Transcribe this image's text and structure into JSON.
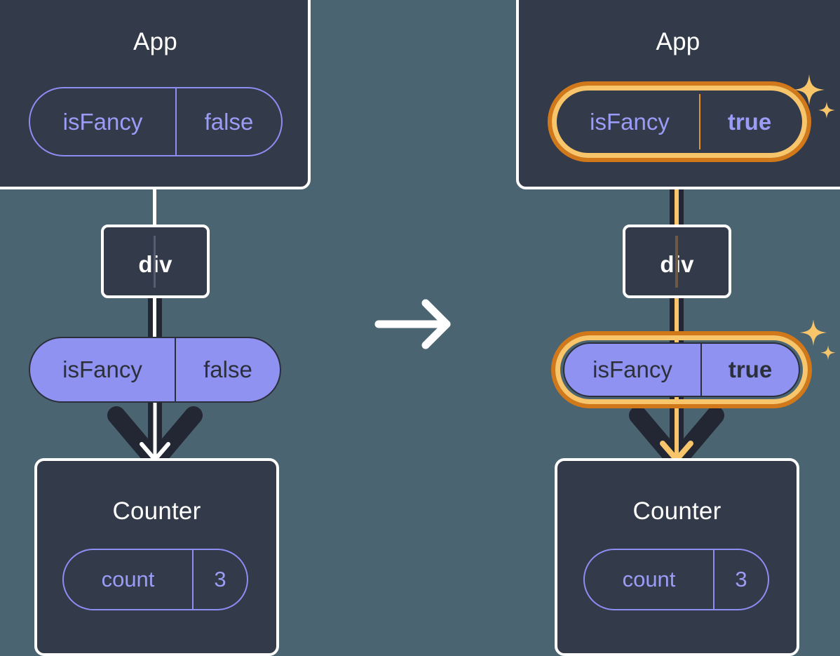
{
  "diagram": {
    "title_semantic": "react-state-propagation-before-after",
    "transition_icon": "arrow-right-icon",
    "colors": {
      "background": "#4b6472",
      "panel_fill": "#333a49",
      "panel_border": "#ffffff",
      "accent_purple": "#8f92f0",
      "accent_purple_outline": "#8d8df3",
      "dark_text": "#2b303c",
      "highlight_inner": "#f9c56a",
      "highlight_outer": "#d1791a",
      "line_dark": "#232733",
      "line_light": "#ffffff"
    }
  },
  "before": {
    "app": {
      "title": "App",
      "state_pill": {
        "key": "isFancy",
        "value": "false",
        "highlighted": false
      }
    },
    "div": {
      "label": "div"
    },
    "prop_pill": {
      "key": "isFancy",
      "value": "false",
      "highlighted": false
    },
    "counter": {
      "title": "Counter",
      "state_pill": {
        "key": "count",
        "value": "3",
        "highlighted": false
      }
    }
  },
  "after": {
    "app": {
      "title": "App",
      "state_pill": {
        "key": "isFancy",
        "value": "true",
        "highlighted": true
      }
    },
    "div": {
      "label": "div"
    },
    "prop_pill": {
      "key": "isFancy",
      "value": "true",
      "highlighted": true
    },
    "counter": {
      "title": "Counter",
      "state_pill": {
        "key": "count",
        "value": "3",
        "highlighted": false
      }
    }
  }
}
